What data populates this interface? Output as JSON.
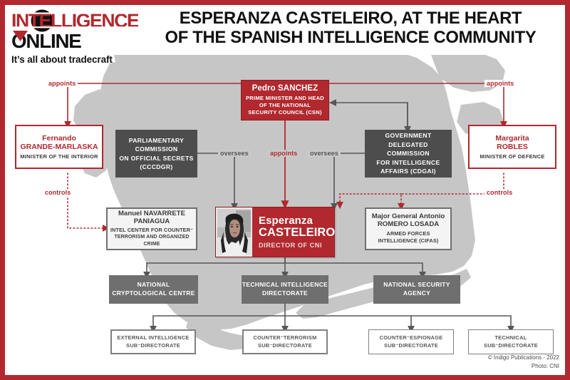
{
  "brand": {
    "logo_line1": "INTELLIGENCE",
    "logo_line2": "ONLINE",
    "tagline": "It’s all about tradecraft",
    "accent_red": "#b1282e",
    "dark_gray": "#4d4d4d",
    "mid_gray": "#6f6f6f",
    "map_gray": "#c6c6c6"
  },
  "header": {
    "title_line1": "ESPERANZA CASTELEIRO,  AT THE HEART",
    "title_line2": "OF THE SPANISH INTELLIGENCE COMMUNITY"
  },
  "nodes": {
    "pm": {
      "name": "Pedro SANCHEZ",
      "role_line1": "PRIME MINISTER AND HEAD",
      "role_line2": "OF THE NATIONAL",
      "role_line3": "SECURITY COUNCIL  (CSN)"
    },
    "interior": {
      "name_first": "Fernando",
      "name_last": "GRANDE-MARLASKA",
      "role": "MINISTER OF THE INTERIOR"
    },
    "defence": {
      "name_first": "Margarita",
      "name_last": "ROBLES",
      "role": "MINISTER OF DEFENCE"
    },
    "cccdgr": {
      "line1": "PARLIAMENTARY",
      "line2": "COMMISSION",
      "line3": "ON OFFICIAL SECRETS",
      "line4": "(CCCDGR)"
    },
    "cdgai": {
      "line1": "GOVERNMENT DELEGATED",
      "line2": "COMMISSION",
      "line3": "FOR INTELLIGENCE",
      "line4": "AFFAIRS (CDGAI)"
    },
    "navarrete": {
      "name_first": "Manuel NAVARRETE",
      "name_last": "PANIAGUA",
      "role_line1": "INTEL CENTER FOR COUNTER⁻",
      "role_line2": "TERRORISM AND ORGANIZED CRIME"
    },
    "casteleiro": {
      "name_first": "Esperanza",
      "name_last": "CASTELEIRO",
      "role": "DIRECTOR OF CNI",
      "photo_alt": "portrait-esperanza-casteleiro"
    },
    "romero": {
      "name_first": "Major General Antonio",
      "name_last": "ROMERO LOSADA",
      "role_line1": "ARMED FORCES",
      "role_line2": "INTELLIGENCE (CIFAS)"
    },
    "ccn": {
      "line1": "NATIONAL",
      "line2": "CRYPTOLOGICAL CENTRE"
    },
    "tid": {
      "line1": "TECHNICAL INTELLIGENCE",
      "line2": "DIRECTORATE"
    },
    "nsa": {
      "line1": "NATIONAL SECURITY",
      "line2": "AGENCY"
    },
    "sub_external": {
      "line1": "EXTERNAL INTELLIGENCE",
      "line2": "SUB⁻DIRECTORATE"
    },
    "sub_ct": {
      "line1": "COUNTER⁻TERRORISM",
      "line2": "SUB⁻DIRECTORATE"
    },
    "sub_ce": {
      "line1": "COUNTER⁻ESPIONAGE",
      "line2": "SUB⁻DIRECTORATE"
    },
    "sub_tech": {
      "line1": "TECHNICAL",
      "line2": "SUB⁻DIRECTORATE"
    }
  },
  "edges": {
    "appoints_left": "appoints",
    "appoints_right": "appoints",
    "appoints_center": "appoints",
    "oversees_left": "oversees",
    "oversees_right": "oversees",
    "controls_left": "controls",
    "controls_right": "controls"
  },
  "credits": {
    "line1": "© Indigo Publications - 2022",
    "line2": "Photo: CNI"
  }
}
